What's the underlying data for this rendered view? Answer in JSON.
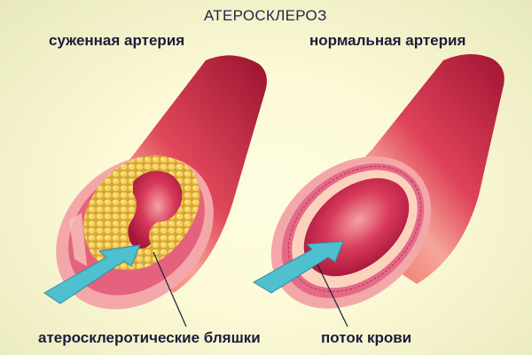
{
  "title": "АТЕРОСКЛЕРОЗ",
  "panels": {
    "left": {
      "label": "суженная артерия"
    },
    "right": {
      "label": "нормальная артерия"
    }
  },
  "annotations": {
    "plaques": "атеросклеротические бляшки",
    "blood_flow": "поток крови"
  },
  "colors": {
    "background": "#fbf9d6",
    "artery_outer": "#d93a4a",
    "artery_dark": "#9c1430",
    "artery_highlight": "#f6a8a0",
    "wall_pink": "#f4a7a8",
    "wall_inner": "#e06a85",
    "plaque": "#e9c24a",
    "arrow": "#4fc0cf",
    "text": "#1c1c3a"
  }
}
